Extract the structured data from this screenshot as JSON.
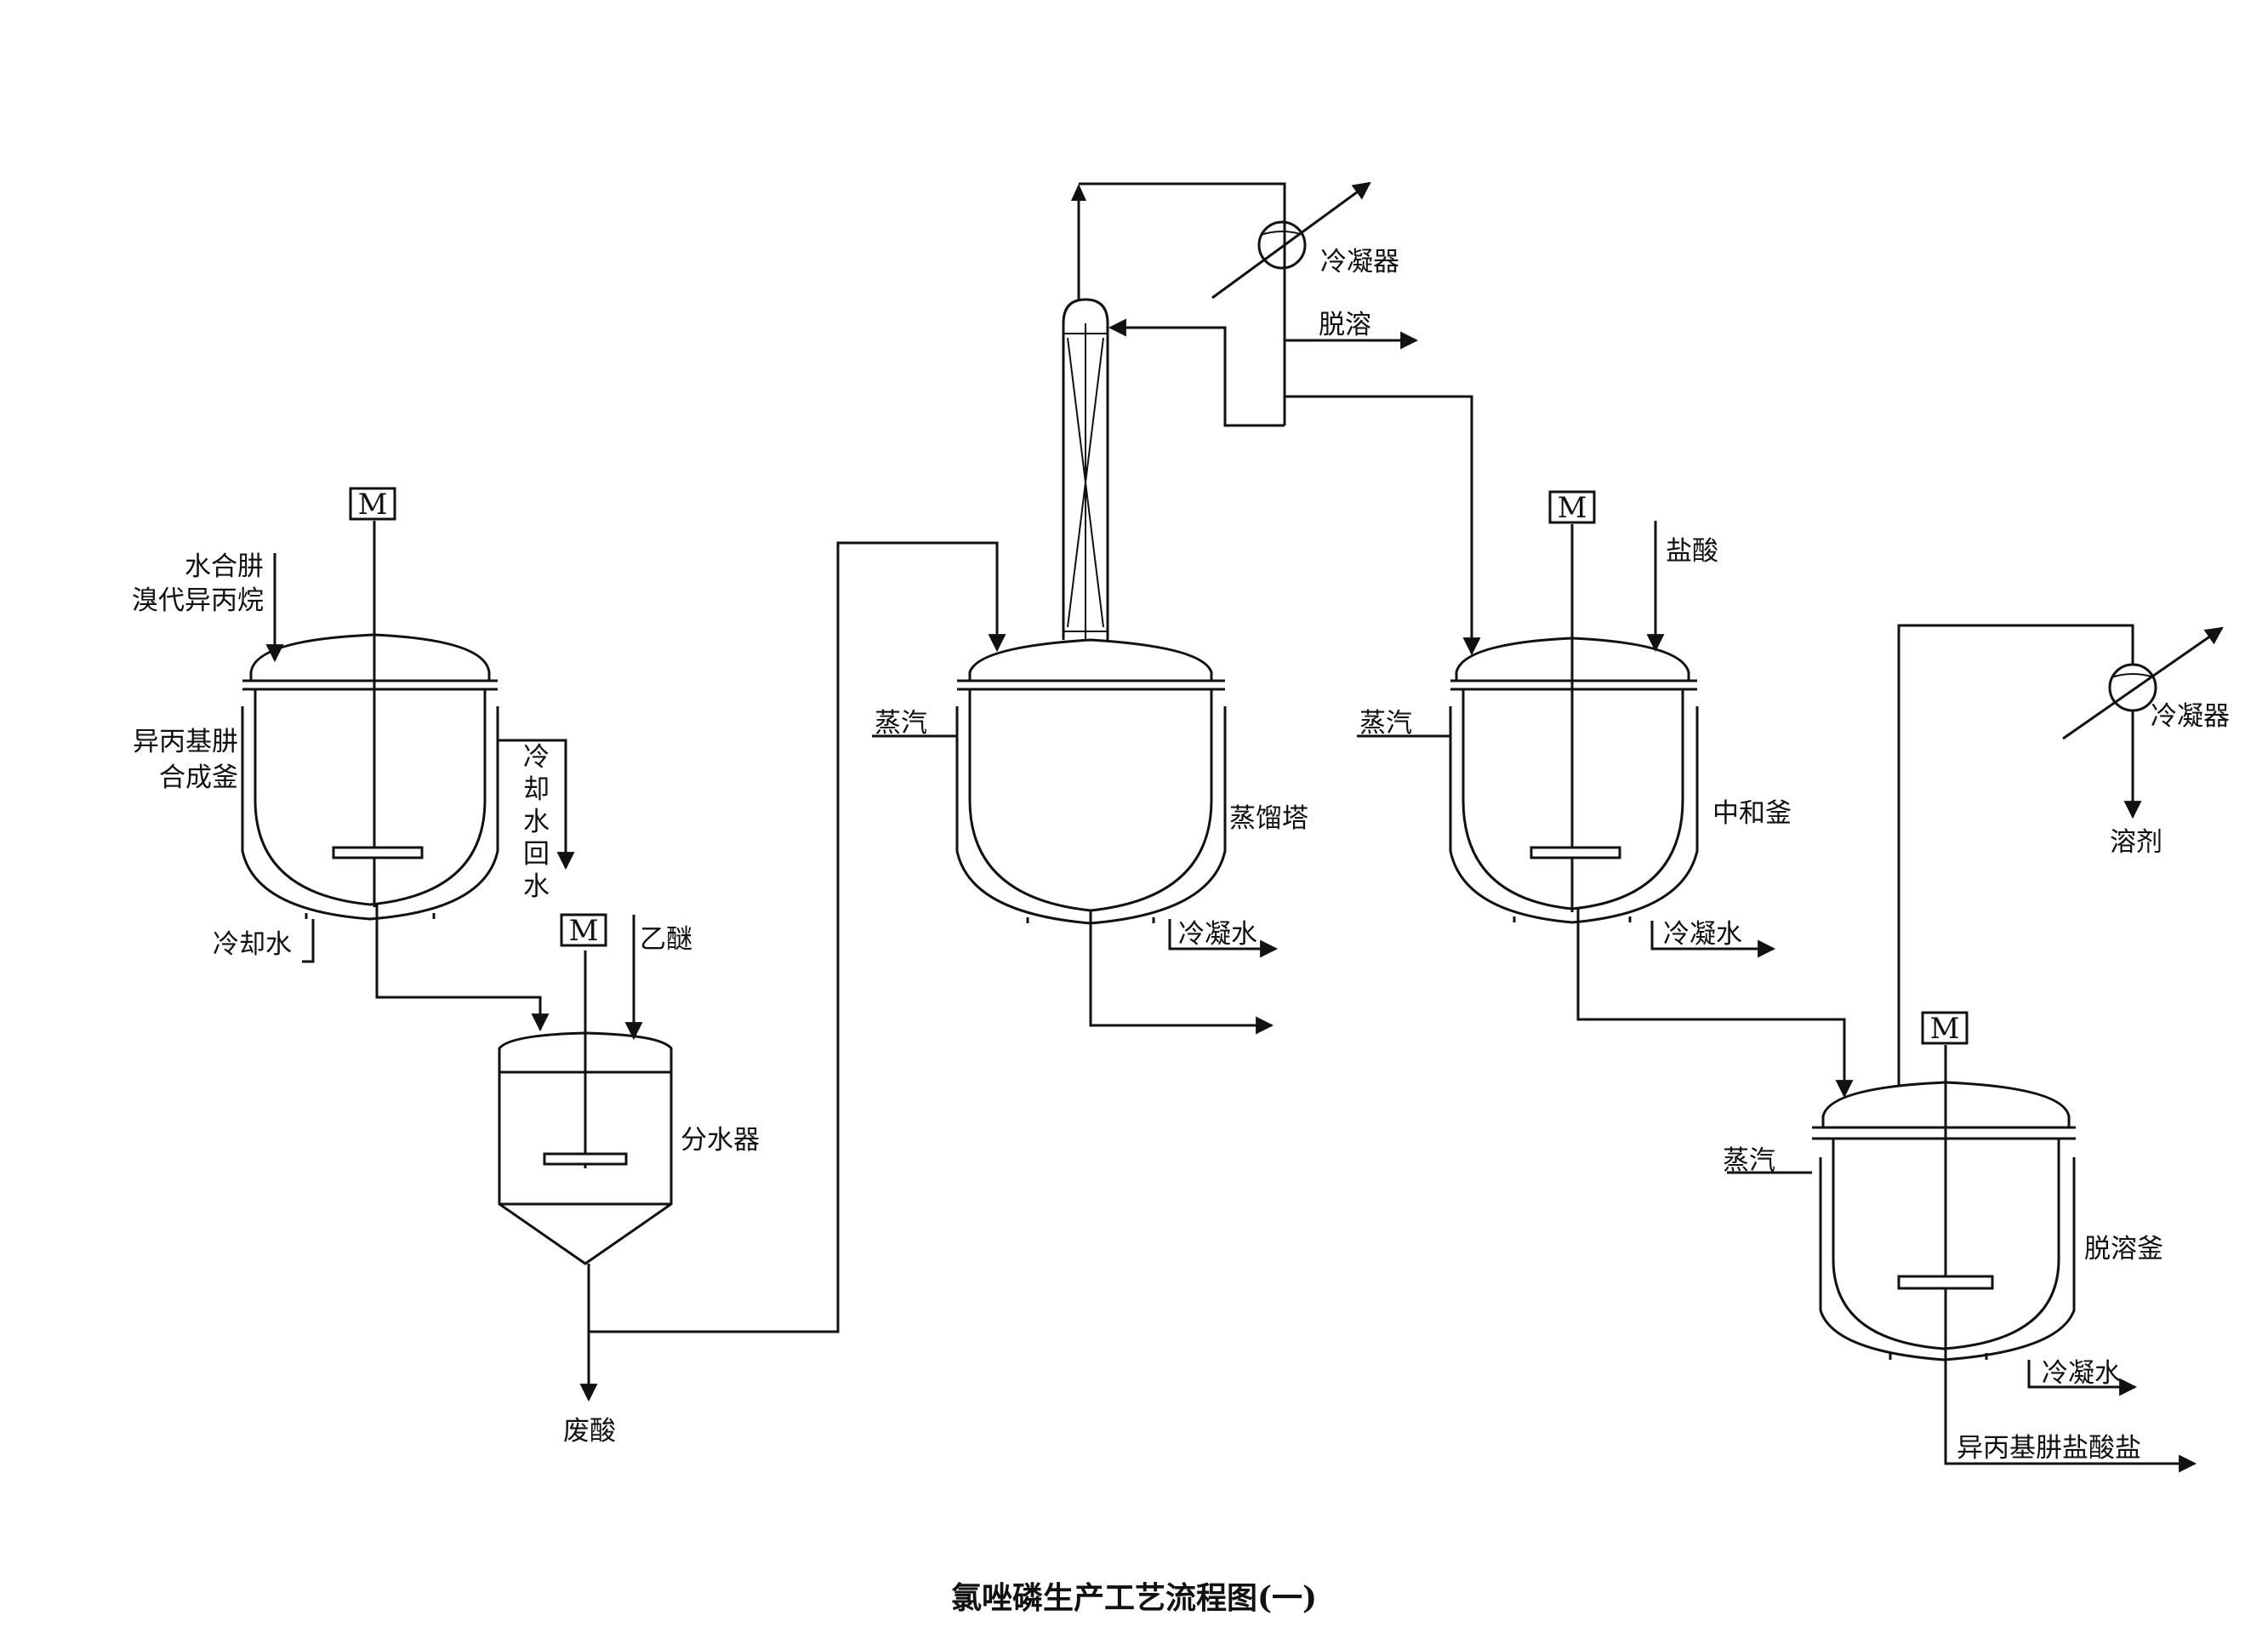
{
  "title": "氯唑磷生产工艺流程图(一)",
  "motor_symbol": "M",
  "colors": {
    "line": "#111111",
    "background": "#ffffff"
  },
  "streams": {
    "hydrazine_hydrate": "水合肼",
    "isopropyl_bromide": "溴代异丙烷",
    "cooling_water_in": "冷却水",
    "cooling_water_return": [
      "冷",
      "却",
      "水",
      "回",
      "水"
    ],
    "ether": "乙醚",
    "waste_acid": "废酸",
    "steam": "蒸汽",
    "condensate": "冷凝水",
    "desolvent": "脱溶",
    "hydrochloric_acid": "盐酸",
    "solvent": "溶剂",
    "product": "异丙基肼盐酸盐"
  },
  "equipment": {
    "synthesis_kettle_line1": "异丙基肼",
    "synthesis_kettle_line2": "合成釜",
    "water_separator": "分水器",
    "distillation_tower": "蒸馏塔",
    "condenser_top": "冷凝器",
    "neutralization_kettle": "中和釜",
    "condenser_right": "冷凝器",
    "desolvation_kettle": "脱溶釜"
  }
}
